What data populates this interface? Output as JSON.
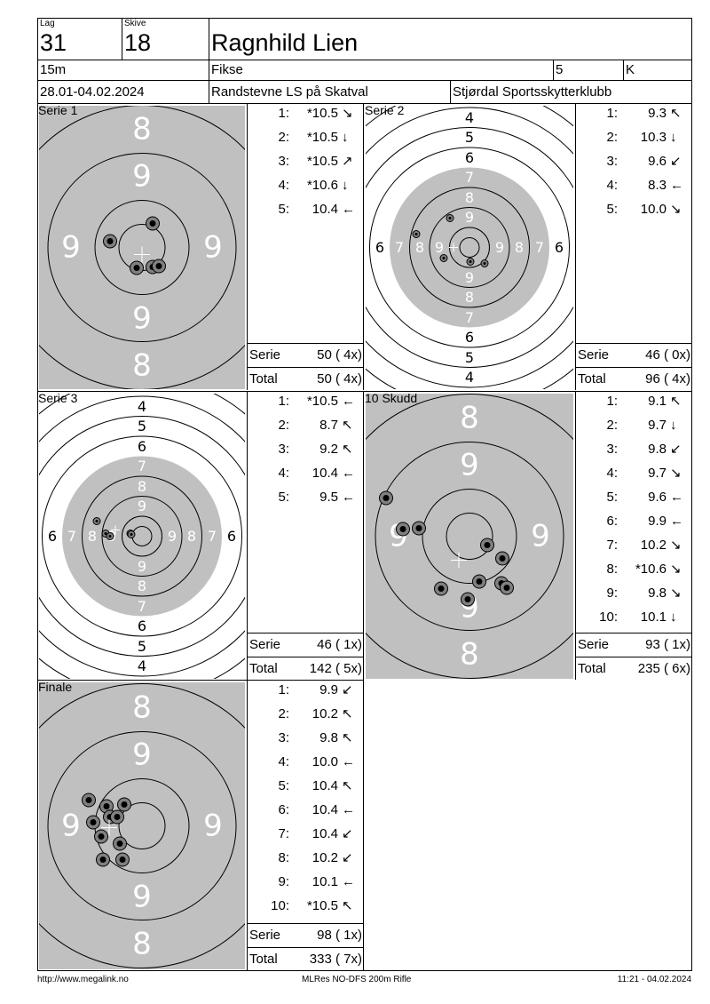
{
  "header": {
    "lag_label": "Lag",
    "lag": "31",
    "skive_label": "Skive",
    "skive": "18",
    "name": "Ragnhild Lien",
    "distance": "15m",
    "discipline": "Fikse",
    "class_num": "5",
    "class_letter": "K",
    "dates": "28.01-04.02.2024",
    "event": "Randstevne LS på Skatval",
    "club": "Stjørdal Sportsskytterklubb"
  },
  "ring_numbers": {
    "zoomed": [
      "8",
      "9"
    ],
    "full": [
      "4",
      "5",
      "6",
      "7",
      "8",
      "9"
    ]
  },
  "panels": [
    {
      "title": "Serie 1",
      "shots": [
        {
          "n": "1:",
          "v": "*10.5",
          "a": "↘"
        },
        {
          "n": "2:",
          "v": "*10.5",
          "a": "↓"
        },
        {
          "n": "3:",
          "v": "*10.5",
          "a": "↗"
        },
        {
          "n": "4:",
          "v": "*10.6",
          "a": "↓"
        },
        {
          "n": "5:",
          "v": "10.4",
          "a": "←"
        }
      ],
      "serie_label": "Serie",
      "serie": "50 ( 4x)",
      "total_label": "Total",
      "total": "50 ( 4x)"
    },
    {
      "title": "Serie 2",
      "shots": [
        {
          "n": "1:",
          "v": "9.3",
          "a": "↖"
        },
        {
          "n": "2:",
          "v": "10.3",
          "a": "↓"
        },
        {
          "n": "3:",
          "v": "9.6",
          "a": "↙"
        },
        {
          "n": "4:",
          "v": "8.3",
          "a": "←"
        },
        {
          "n": "5:",
          "v": "10.0",
          "a": "↘"
        }
      ],
      "serie_label": "Serie",
      "serie": "46 ( 0x)",
      "total_label": "Total",
      "total": "96 ( 4x)"
    },
    {
      "title": "Serie 3",
      "shots": [
        {
          "n": "1:",
          "v": "*10.5",
          "a": "←"
        },
        {
          "n": "2:",
          "v": "8.7",
          "a": "↖"
        },
        {
          "n": "3:",
          "v": "9.2",
          "a": "↖"
        },
        {
          "n": "4:",
          "v": "10.4",
          "a": "←"
        },
        {
          "n": "5:",
          "v": "9.5",
          "a": "←"
        }
      ],
      "serie_label": "Serie",
      "serie": "46 ( 1x)",
      "total_label": "Total",
      "total": "142 ( 5x)"
    },
    {
      "title": "10 Skudd",
      "shots": [
        {
          "n": "1:",
          "v": "9.1",
          "a": "↖"
        },
        {
          "n": "2:",
          "v": "9.7",
          "a": "↓"
        },
        {
          "n": "3:",
          "v": "9.8",
          "a": "↙"
        },
        {
          "n": "4:",
          "v": "9.7",
          "a": "↘"
        },
        {
          "n": "5:",
          "v": "9.6",
          "a": "←"
        },
        {
          "n": "6:",
          "v": "9.9",
          "a": "←"
        },
        {
          "n": "7:",
          "v": "10.2",
          "a": "↘"
        },
        {
          "n": "8:",
          "v": "*10.6",
          "a": "↘"
        },
        {
          "n": "9:",
          "v": "9.8",
          "a": "↘"
        },
        {
          "n": "10:",
          "v": "10.1",
          "a": "↓"
        }
      ],
      "serie_label": "Serie",
      "serie": "93 ( 1x)",
      "total_label": "Total",
      "total": "235 ( 6x)"
    },
    {
      "title": "Finale",
      "shots": [
        {
          "n": "1:",
          "v": "9.9",
          "a": "↙"
        },
        {
          "n": "2:",
          "v": "10.2",
          "a": "↖"
        },
        {
          "n": "3:",
          "v": "9.8",
          "a": "↖"
        },
        {
          "n": "4:",
          "v": "10.0",
          "a": "←"
        },
        {
          "n": "5:",
          "v": "10.4",
          "a": "↖"
        },
        {
          "n": "6:",
          "v": "10.4",
          "a": "←"
        },
        {
          "n": "7:",
          "v": "10.4",
          "a": "↙"
        },
        {
          "n": "8:",
          "v": "10.2",
          "a": "↙"
        },
        {
          "n": "9:",
          "v": "10.1",
          "a": "←"
        },
        {
          "n": "10:",
          "v": "*10.5",
          "a": "↖"
        }
      ],
      "serie_label": "Serie",
      "serie": "98 ( 1x)",
      "total_label": "Total",
      "total": "333 ( 7x)"
    }
  ],
  "footer": {
    "left": "http://www.megalink.no",
    "center": "MLRes NO-DFS 200m Rifle",
    "right": "11:21 - 04.02.2024"
  }
}
